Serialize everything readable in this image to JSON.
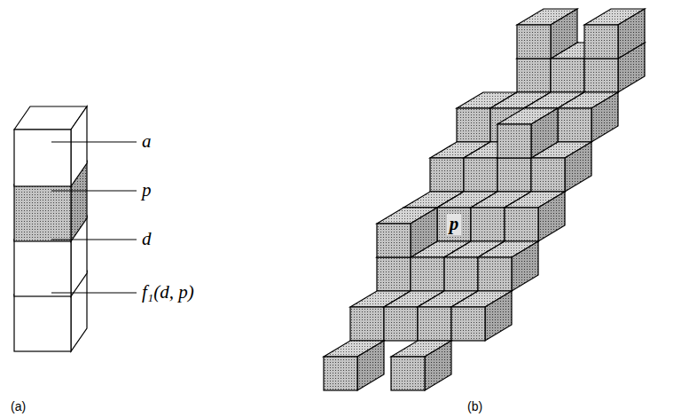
{
  "diagram": {
    "labels": [
      "a",
      "p",
      "d",
      "f₁(d, p)",
      "p",
      "(a)",
      "(b)"
    ]
  }
}
